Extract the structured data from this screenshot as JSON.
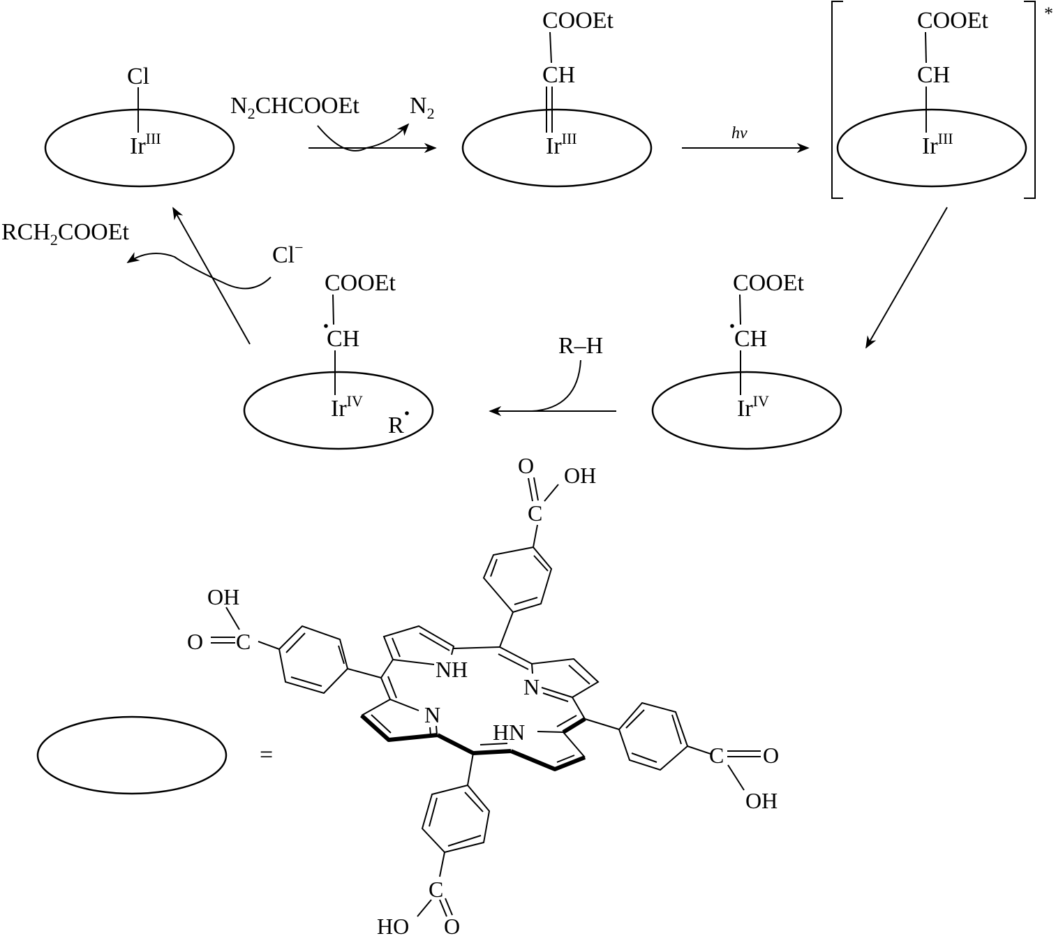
{
  "scheme": {
    "complex1": {
      "ligand": "Cl",
      "metal": "Ir",
      "oxidation": "III"
    },
    "reagent1": {
      "in_text": "N",
      "in_sub": "2",
      "in_rest": "CHCOOEt",
      "out_text": "N",
      "out_sub": "2"
    },
    "complex2": {
      "group": "COOEt",
      "carbene": "CH",
      "metal": "Ir",
      "oxidation": "III"
    },
    "hv_label": "hν",
    "complex3": {
      "group": "COOEt",
      "carbene": "CH",
      "metal": "Ir",
      "oxidation": "III",
      "excited_mark": "*"
    },
    "complex4": {
      "group": "COOEt",
      "radical": "CH",
      "metal": "Ir",
      "oxidation": "IV"
    },
    "reagent2": {
      "label": "R–H"
    },
    "complex5": {
      "group": "COOEt",
      "radical": "CH",
      "metal": "Ir",
      "oxidation": "IV",
      "alkyl_radical": "R"
    },
    "product": {
      "pre": "RCH",
      "sub": "2",
      "post": "COOEt"
    },
    "chloride": {
      "text": "Cl",
      "charge": "−"
    }
  },
  "legend": {
    "equals": "=",
    "atoms": {
      "O": "O",
      "OH": "OH",
      "C": "C",
      "HO": "HO",
      "NH": "NH",
      "HN": "HN",
      "N": "N"
    }
  }
}
